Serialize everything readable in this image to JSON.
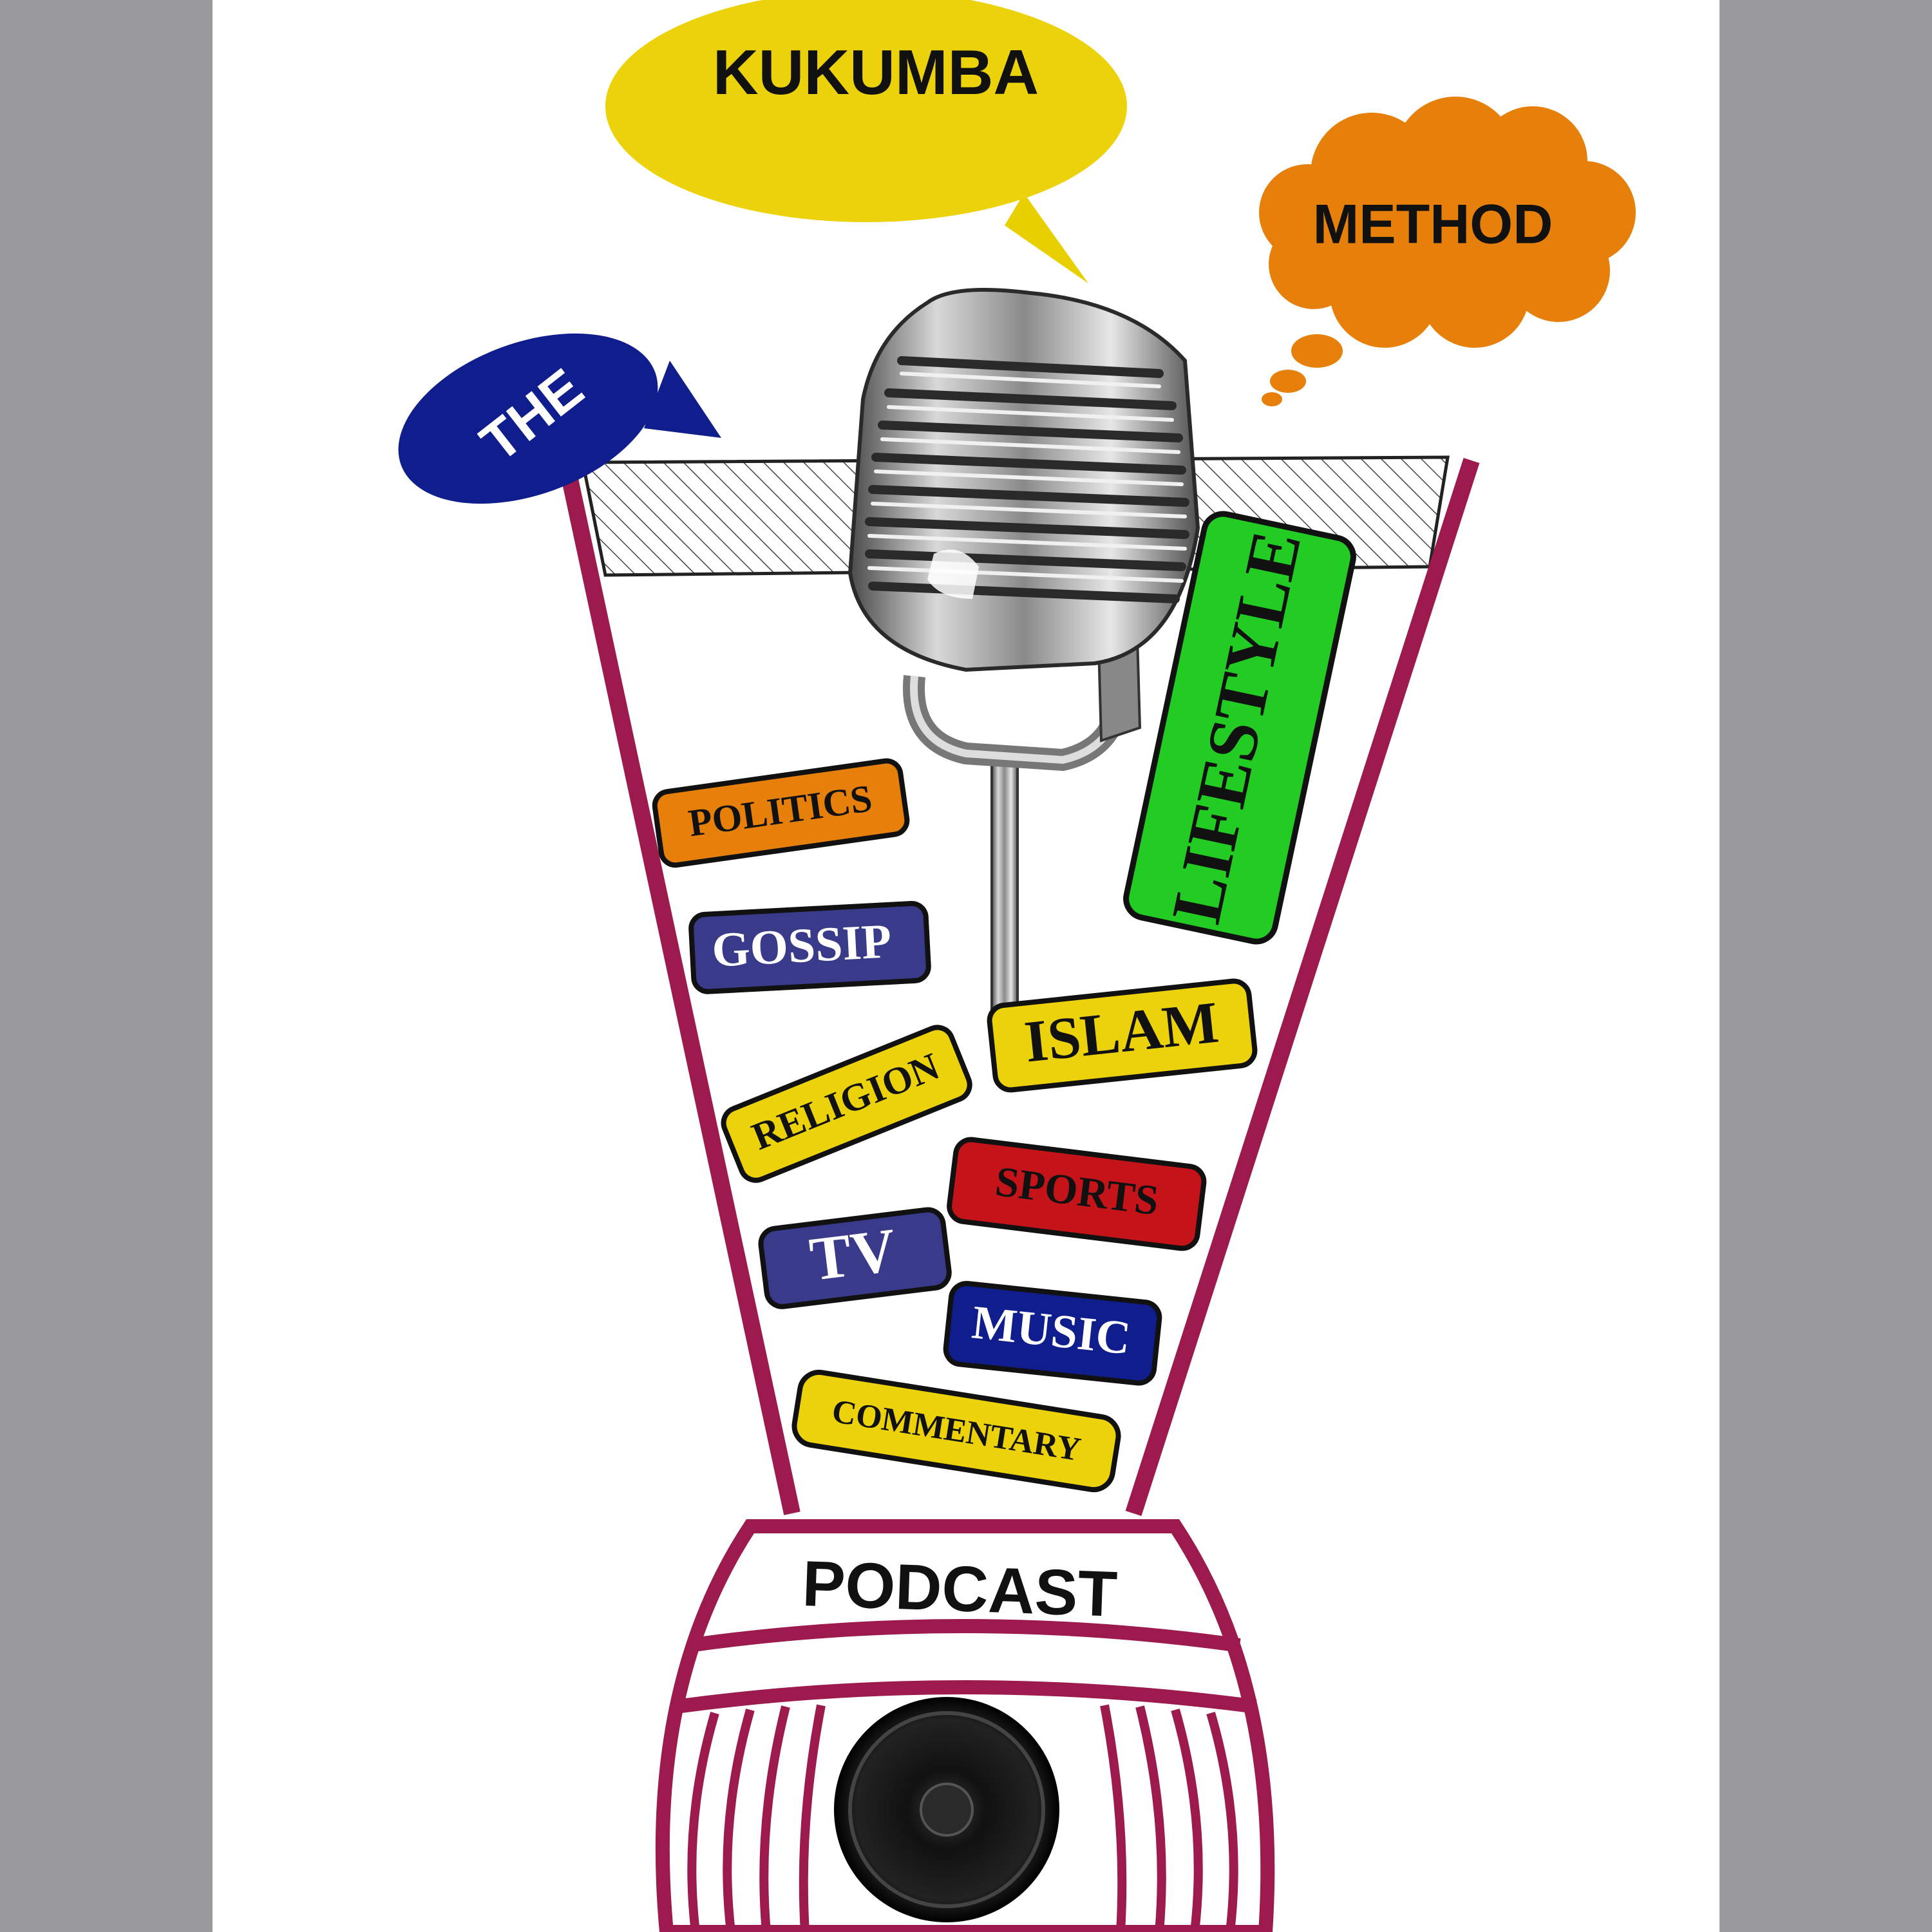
{
  "logo": {
    "the": "THE",
    "kukumba": "KUKUMBA",
    "method": "METHOD",
    "podcast": "PODCAST"
  },
  "tags": {
    "politics": "POLITICS",
    "gossip": "GOSSIP",
    "religion": "RELIGION",
    "islam": "ISLAM",
    "lifestyle": "LIFESTYLE",
    "sports": "SPORTS",
    "tv": "TV",
    "music": "MUSIC",
    "commentary": "COMMENTARY"
  },
  "colors": {
    "background_gray": "#9a9a9c",
    "panel_white": "#ffffff",
    "funnel_maroon": "#9c1a4e",
    "yellow": "#f0d000",
    "orange": "#e8830a",
    "navy": "#0f1e8c",
    "green": "#22cc22",
    "red": "#c4141a",
    "slate_blue": "#3a3a8a"
  }
}
